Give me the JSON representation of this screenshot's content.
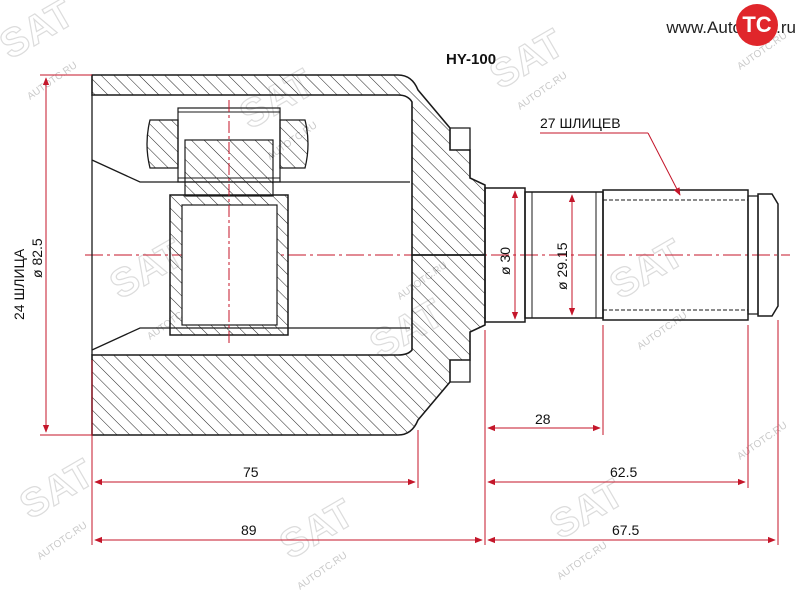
{
  "logo": {
    "text_prefix": "www.Auto",
    "badge": "TC",
    "text_suffix": ".ru"
  },
  "part_number": "HY-100",
  "labels": {
    "splines_outer": "27 ШЛИЦЕВ",
    "splines_inner": "24 ШЛИЦА",
    "dia_housing": "ø 82.5",
    "dia_shaft_30": "ø 30",
    "dia_shaft_2915": "ø 29.15"
  },
  "dimensions": {
    "d28": "28",
    "d75": "75",
    "d625": "62.5",
    "d89": "89",
    "d675": "67.5"
  },
  "watermark": {
    "site": "AUTOTC.RU",
    "brand": "SAT"
  },
  "colors": {
    "line": "#1a1a1a",
    "dim": "#c4162a",
    "hatch": "#222222",
    "watermark": "#d0d0d0"
  }
}
